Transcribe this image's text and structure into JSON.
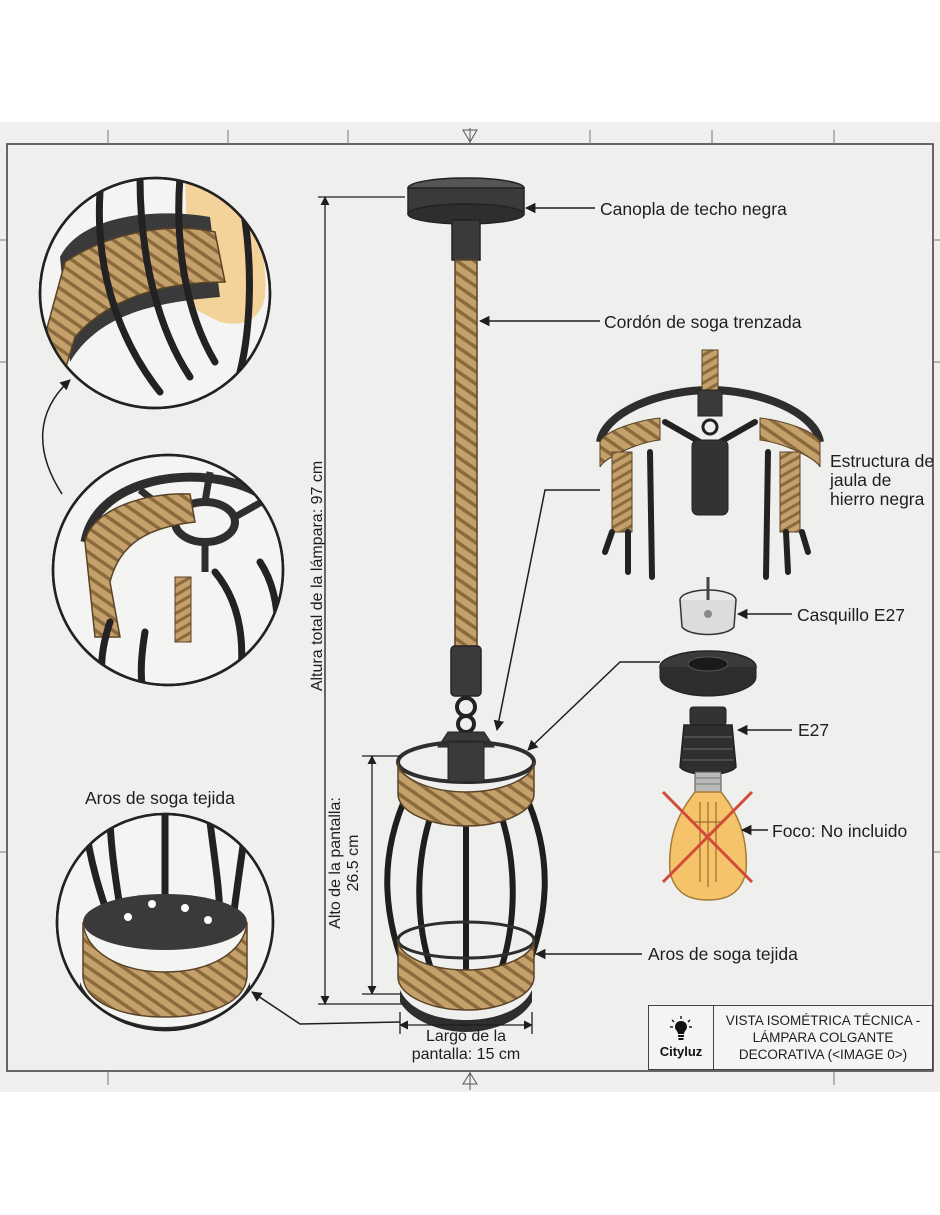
{
  "labels": {
    "canopy": "Canopla de techo negra",
    "cord": "Cordón de soga trenzada",
    "cage_structure": "Estructura de jaula de hierro negra",
    "socket_cap": "Casquillo E27",
    "socket": "E27",
    "bulb": "Foco: No incluido",
    "rope_rings_main": "Aros de soga tejida",
    "rope_rings_detail": "Aros de soga tejida"
  },
  "dimensions": {
    "total_height": "Altura total de la lámpara: 97 cm",
    "shade_height": "Alto de la pantalla: 26.5 cm",
    "shade_width": "Largo de la pantalla: 15 cm"
  },
  "title_block": {
    "brand": "Cityluz",
    "title": "VISTA ISOMÉTRICA TÉCNICA - LÁMPARA COLGANTE DECORATIVA (<IMAGE 0>)"
  },
  "colors": {
    "sheet": "#efefed",
    "ink": "#1e1e1e",
    "metal": "#3a3a3a",
    "rope": "#b8955f",
    "rope_dark": "#7a5c33",
    "bulb_glass": "#f5c46a",
    "cross": "#d24a3a"
  },
  "icons": [
    "lightbulb-logo-icon"
  ]
}
